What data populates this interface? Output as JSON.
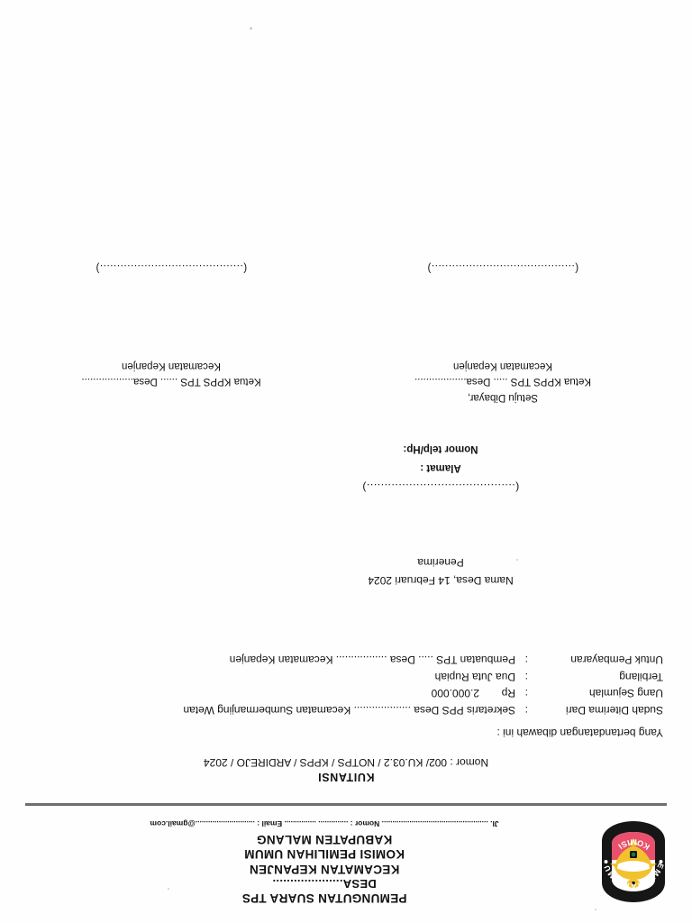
{
  "document": {
    "kind": "scanned-receipt",
    "orientation": "upside-down",
    "page_background": "#fefefe"
  },
  "letterhead": {
    "logo_name": "kpu-logo",
    "logo_ring_text_top": "PEMILIHAN UMUM",
    "logo_ring_text_bottom": "KOMISI",
    "logo_colors": {
      "ring": "#1b1b1b",
      "shield_red": "#e8506b",
      "emblem_gold": "#f4c430",
      "shield_white": "#ffffff"
    },
    "line1": "PEMUNGUTAN SUARA TPS",
    "line2": "DESA....................",
    "line3": "KECAMATAN KEPANJEN",
    "line4": "KOMISI PEMILIHAN UMUM",
    "line5": "KABUPATEN MALANG",
    "contact_line": "Jl. .................................................. Nomor : .............. ............... Email : ............................@gmail.com"
  },
  "title": {
    "heading": "KUITANSI",
    "number": "Nomor : 002/ KU.03.2 / NOTPS / KPPS / ARDIREJO / 2024"
  },
  "body": {
    "intro": "Yang bertandatangan dibawah ini :",
    "fields": [
      {
        "label": "Sudah Diterima Dari",
        "colon": ":",
        "value": "Sekretaris PPS Desa ................... Kecamatan Sumbermanjing Wetan"
      },
      {
        "label": "Uang Sejumlah",
        "colon": ":",
        "currency": "Rp",
        "value": "2.000.000"
      },
      {
        "label": "Terbilang",
        "colon": ":",
        "value": "Dua Juta Rupiah"
      },
      {
        "label": "Untuk Pembayaran",
        "colon": ":",
        "value": "Pembuatan TPS ..... Desa ................. Kecamatan Kepanjen"
      }
    ]
  },
  "receiver": {
    "place_date": "Nama Desa, 14 Februari 2024",
    "role": "Penerima",
    "signature_paren": "(..........................................)",
    "address_label": "Alamat :",
    "phone_label": "Nomor telp/Hp:"
  },
  "signatures": {
    "left": {
      "approval": "Setuju Dibayar,",
      "role": "Ketua KPPS TPS ..... Desa..................",
      "district": "Kecamatan Kepanjen",
      "paren": "(..........................................)"
    },
    "right": {
      "approval": "",
      "role": "Ketua KPPS TPS ...... Desa..................",
      "district": "Kecamatan Kepanjen",
      "paren": "(..........................................)"
    }
  }
}
